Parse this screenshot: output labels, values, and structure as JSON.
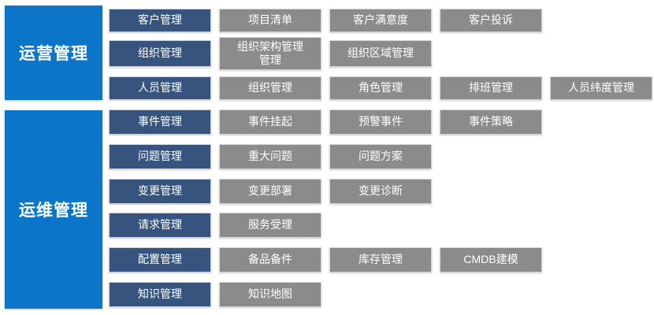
{
  "colors": {
    "primary_blue": "#0b76c9",
    "category_dark_blue": "#36547e",
    "item_gray": "#8b8b8b",
    "text_white": "#ffffff",
    "background": "#ffffff"
  },
  "sections": [
    {
      "label": "运营管理",
      "rows": [
        {
          "category": "客户管理",
          "items": [
            "项目清单",
            "客户满意度",
            "客户投诉"
          ]
        },
        {
          "category": "组织管理",
          "items": [
            "组织架构管理\n管理",
            "组织区域管理"
          ]
        },
        {
          "category": "人员管理",
          "items": [
            "组织管理",
            "角色管理",
            "排班管理",
            "人员纬度管理"
          ]
        }
      ]
    },
    {
      "label": "运维管理",
      "rows": [
        {
          "category": "事件管理",
          "items": [
            "事件挂起",
            "预警事件",
            "事件策略"
          ]
        },
        {
          "category": "问题管理",
          "items": [
            "重大问题",
            "问题方案"
          ]
        },
        {
          "category": "变更管理",
          "items": [
            "变更部署",
            "变更诊断"
          ]
        },
        {
          "category": "请求管理",
          "items": [
            "服务受理"
          ]
        },
        {
          "category": "配置管理",
          "items": [
            "备品备件",
            "库存管理",
            "CMDB建模"
          ]
        },
        {
          "category": "知识管理",
          "items": [
            "知识地图"
          ]
        }
      ]
    }
  ]
}
